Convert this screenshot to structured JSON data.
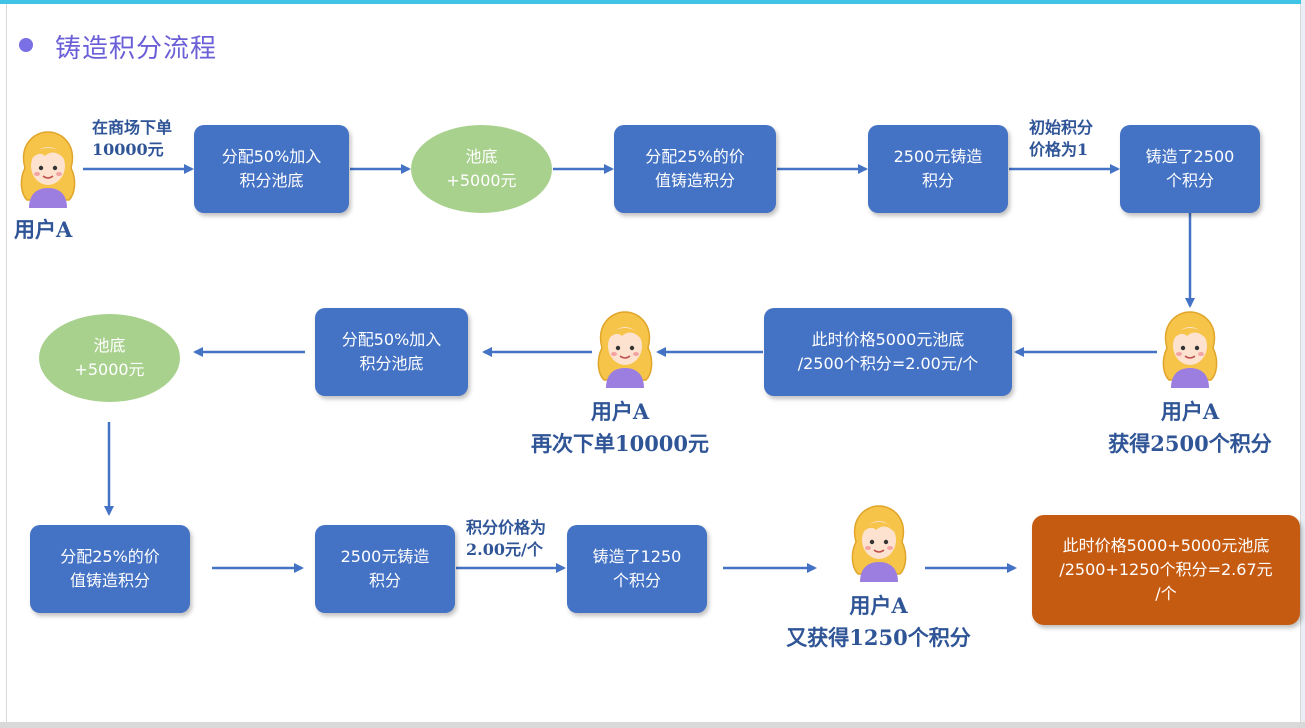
{
  "title": "铸造积分流程",
  "colors": {
    "box": "#4472c4",
    "pool": "#a9d18e",
    "final": "#c55a11",
    "text": "#2f5597",
    "title": "#6b5fd8"
  },
  "row1": {
    "user_label": "用户A",
    "order_label": "在商场下单\n10000元",
    "box1": "分配50%加入\n积分池底",
    "pool": "池底\n+5000元",
    "box2": "分配25%的价\n值铸造积分",
    "box3": "2500元铸造\n积分",
    "price_label": "初始积分\n价格为1",
    "box4": "铸造了2500\n个积分"
  },
  "row2": {
    "user_right_label": "用户A\n获得2500个积分",
    "price_box": "此时价格5000元池底\n/2500个积分=2.00元/个",
    "user_mid_label": "用户A\n再次下单10000元",
    "box1": "分配50%加入\n积分池底",
    "pool": "池底\n+5000元"
  },
  "row3": {
    "box1": "分配25%的价\n值铸造积分",
    "box2": "2500元铸造\n积分",
    "price_label": "积分价格为\n2.00元/个",
    "box3": "铸造了1250\n个积分",
    "user_label": "用户A\n又获得1250个积分",
    "final_box": "此时价格5000+5000元池底\n/2500+1250个积分=2.67元\n/个"
  },
  "icons": [
    "user-avatar-icon"
  ]
}
